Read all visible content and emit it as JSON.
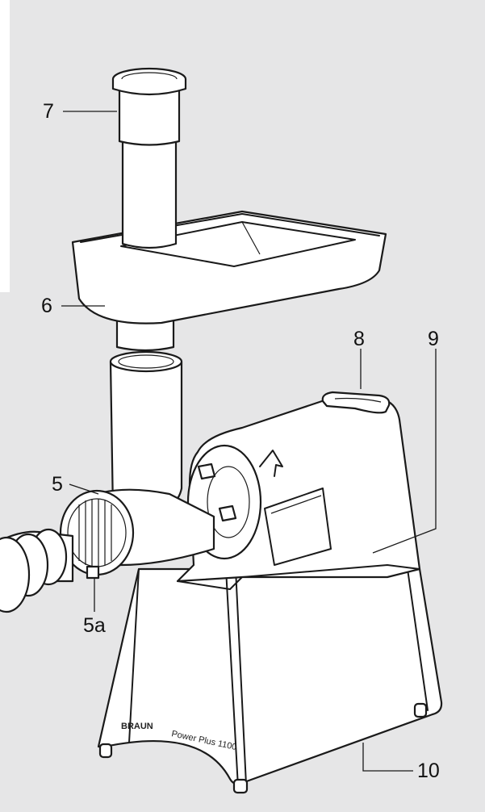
{
  "background_color": "#e6e6e7",
  "line_color": "#1a1a1a",
  "labels": {
    "part_7": "7",
    "part_6": "6",
    "part_5": "5",
    "part_5a": "5a",
    "part_8": "8",
    "part_9": "9",
    "part_10": "10"
  },
  "product": {
    "brand": "BRAUN",
    "model": "Power Plus 1100"
  }
}
